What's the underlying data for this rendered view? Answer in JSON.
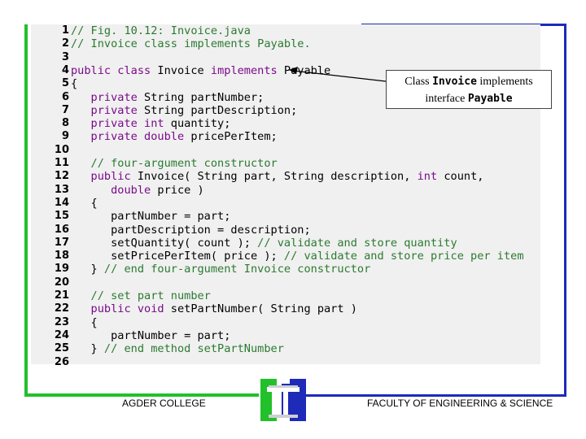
{
  "code_lines": [
    {
      "n": "1",
      "parts": [
        {
          "t": "// Fig. 10.12: Invoice.java",
          "c": "cm"
        }
      ]
    },
    {
      "n": "2",
      "parts": [
        {
          "t": "// Invoice class implements Payable.",
          "c": "cm"
        }
      ]
    },
    {
      "n": "3",
      "parts": []
    },
    {
      "n": "4",
      "parts": [
        {
          "t": "public class",
          "c": "kw"
        },
        {
          "t": " Invoice ",
          "c": "tx"
        },
        {
          "t": "implements",
          "c": "kw"
        },
        {
          "t": " Payable",
          "c": "tx"
        }
      ]
    },
    {
      "n": "5",
      "parts": [
        {
          "t": "{",
          "c": "tx"
        }
      ]
    },
    {
      "n": "6",
      "parts": [
        {
          "t": "   private",
          "c": "kw"
        },
        {
          "t": " String partNumber;",
          "c": "tx"
        }
      ]
    },
    {
      "n": "7",
      "parts": [
        {
          "t": "   private",
          "c": "kw"
        },
        {
          "t": " String partDescription;",
          "c": "tx"
        }
      ]
    },
    {
      "n": "8",
      "parts": [
        {
          "t": "   private int",
          "c": "kw"
        },
        {
          "t": " quantity;",
          "c": "tx"
        }
      ]
    },
    {
      "n": "9",
      "parts": [
        {
          "t": "   private double",
          "c": "kw"
        },
        {
          "t": " pricePerItem;",
          "c": "tx"
        }
      ]
    },
    {
      "n": "10",
      "parts": []
    },
    {
      "n": "11",
      "parts": [
        {
          "t": "   // four-argument constructor",
          "c": "cm"
        }
      ]
    },
    {
      "n": "12",
      "parts": [
        {
          "t": "   public",
          "c": "kw"
        },
        {
          "t": " Invoice( String part, String description, ",
          "c": "tx"
        },
        {
          "t": "int",
          "c": "kw"
        },
        {
          "t": " count,",
          "c": "tx"
        }
      ]
    },
    {
      "n": "13",
      "parts": [
        {
          "t": "      double",
          "c": "kw"
        },
        {
          "t": " price )",
          "c": "tx"
        }
      ]
    },
    {
      "n": "14",
      "parts": [
        {
          "t": "   {",
          "c": "tx"
        }
      ]
    },
    {
      "n": "15",
      "parts": [
        {
          "t": "      partNumber = part;",
          "c": "tx"
        }
      ]
    },
    {
      "n": "16",
      "parts": [
        {
          "t": "      partDescription = description;",
          "c": "tx"
        }
      ]
    },
    {
      "n": "17",
      "parts": [
        {
          "t": "      setQuantity( count ); ",
          "c": "tx"
        },
        {
          "t": "// validate and store quantity",
          "c": "cm"
        }
      ]
    },
    {
      "n": "18",
      "parts": [
        {
          "t": "      setPricePerItem( price ); ",
          "c": "tx"
        },
        {
          "t": "// validate and store price per item",
          "c": "cm"
        }
      ]
    },
    {
      "n": "19",
      "parts": [
        {
          "t": "   } ",
          "c": "tx"
        },
        {
          "t": "// end four-argument Invoice constructor",
          "c": "cm"
        }
      ]
    },
    {
      "n": "20",
      "parts": []
    },
    {
      "n": "21",
      "parts": [
        {
          "t": "   // set part number",
          "c": "cm"
        }
      ]
    },
    {
      "n": "22",
      "parts": [
        {
          "t": "   public void",
          "c": "kw"
        },
        {
          "t": " setPartNumber( String part )",
          "c": "tx"
        }
      ]
    },
    {
      "n": "23",
      "parts": [
        {
          "t": "   {",
          "c": "tx"
        }
      ]
    },
    {
      "n": "24",
      "parts": [
        {
          "t": "      partNumber = part;",
          "c": "tx"
        }
      ]
    },
    {
      "n": "25",
      "parts": [
        {
          "t": "   } ",
          "c": "tx"
        },
        {
          "t": "// end method setPartNumber",
          "c": "cm"
        }
      ]
    },
    {
      "n": "26",
      "parts": []
    }
  ],
  "callout": {
    "pre": "Class ",
    "code1": "Invoice",
    "mid": " implements",
    "line2_pre": "interface ",
    "code2": "Payable"
  },
  "footer": {
    "left": "AGDER COLLEGE",
    "right": "FACULTY OF ENGINEERING & SCIENCE"
  },
  "colors": {
    "keyword": "#7a0a8a",
    "comment": "#2b7a30",
    "frame_green": "#22c02a",
    "frame_blue": "#1e2ab8"
  }
}
